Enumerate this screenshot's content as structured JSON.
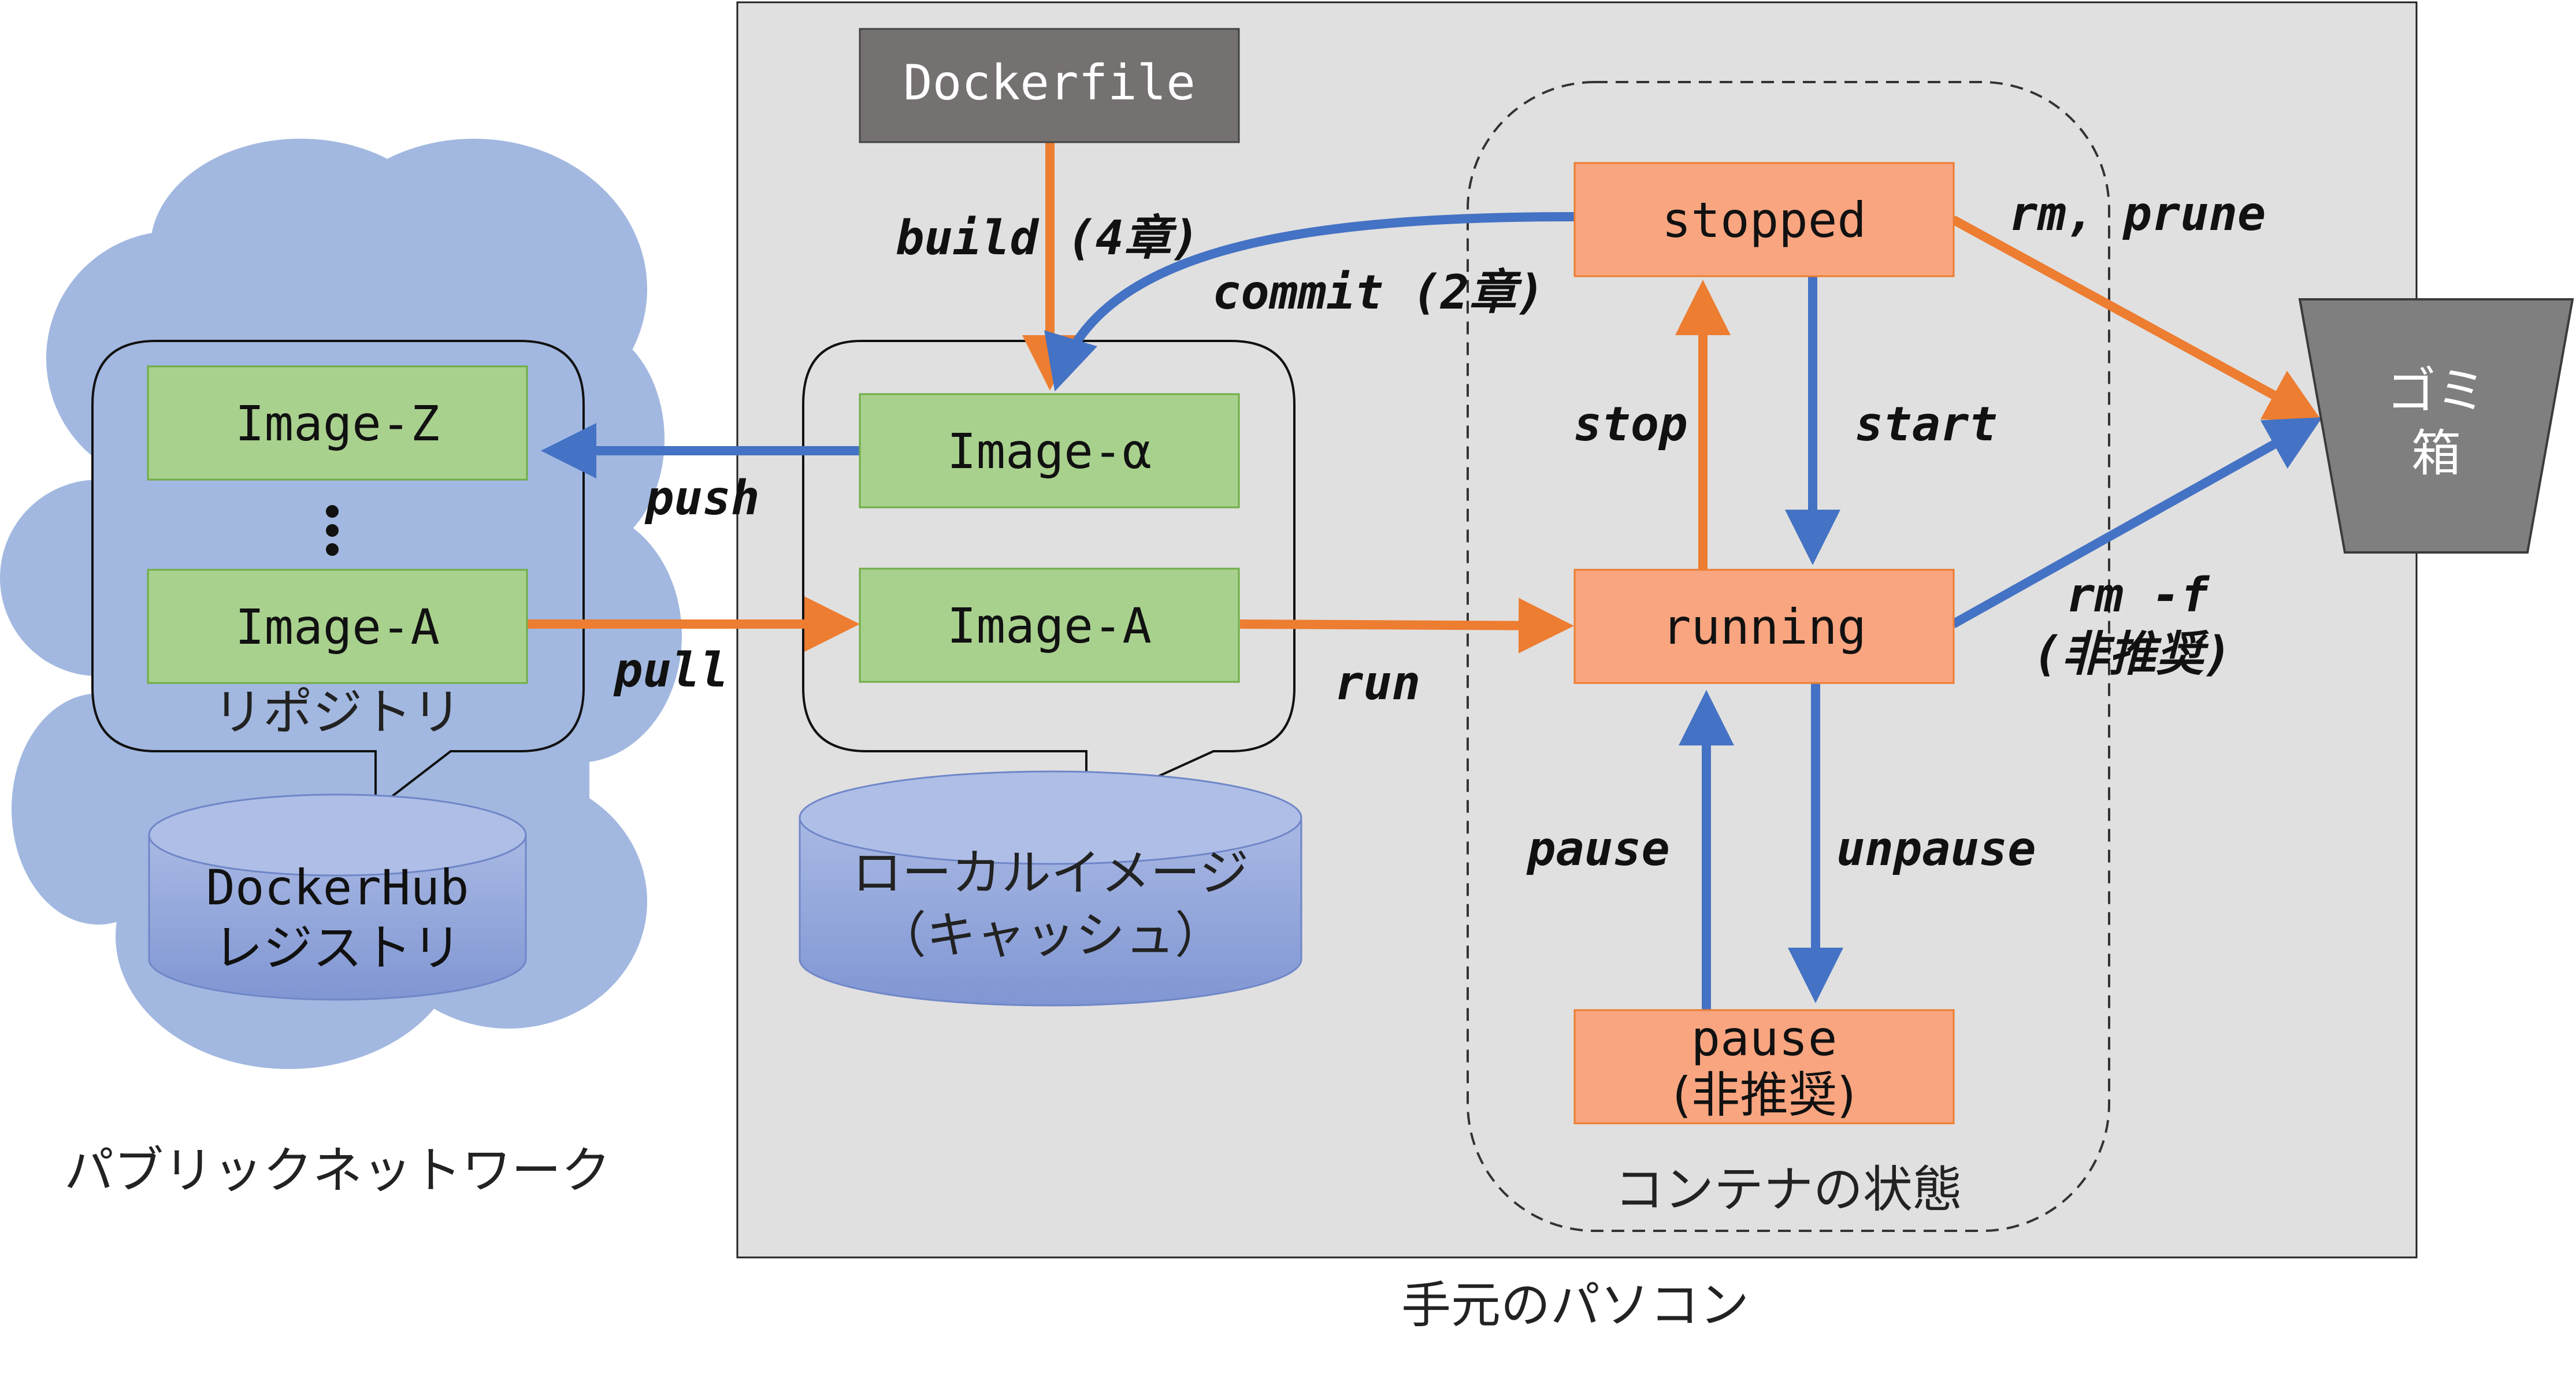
{
  "labels": {
    "public_network": "パブリックネットワーク",
    "local_pc": "手元のパソコン",
    "container_state": "コンテナの状態",
    "repository": "リポジトリ",
    "dockerhub_line1": "DockerHub",
    "dockerhub_line2": "レジストリ",
    "local_image_line1": "ローカルイメージ",
    "local_image_line2": "（キャッシュ）",
    "trash_line1": "ゴミ",
    "trash_line2": "箱",
    "dockerfile": "Dockerfile",
    "image_z": "Image-Z",
    "image_a_remote": "Image-A",
    "image_alpha": "Image-α",
    "image_a_local": "Image-A",
    "stopped": "stopped",
    "running": "running",
    "pause_line1": "pause",
    "pause_line2": "(非推奨)"
  },
  "edges": {
    "build": "build (4章)",
    "commit": "commit (2章)",
    "push": "push",
    "pull": "pull",
    "run": "run",
    "stop": "stop",
    "start": "start",
    "pause": "pause",
    "unpause": "unpause",
    "rm_prune": "rm, prune",
    "rm_f_line1": "rm -f",
    "rm_f_line2": "(非推奨)"
  },
  "colors": {
    "cloud": "#a2b8e0",
    "local_area": "#e0e0e0",
    "image_box": "#a9d18e",
    "state_box": "#f8a580",
    "dockerfile_box": "#767171",
    "cylinder": "#8fa4d9",
    "trash": "#7f7f7f",
    "orange_arrow": "#ed7d31",
    "blue_arrow": "#4472c4"
  }
}
